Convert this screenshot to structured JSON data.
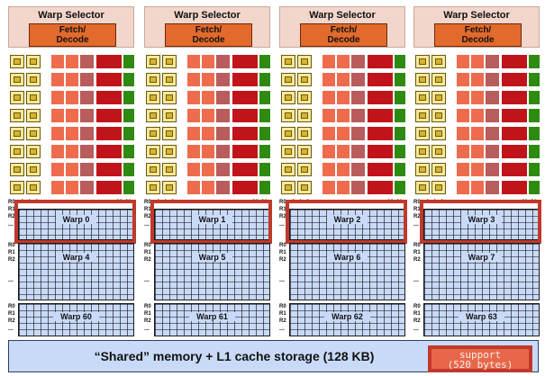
{
  "units": [
    {
      "selector": "Warp Selector",
      "fetch": "Fetch/",
      "decode": "Decode",
      "warps": [
        "Warp 0",
        "Warp 4",
        "Warp 60"
      ]
    },
    {
      "selector": "Warp Selector",
      "fetch": "Fetch/",
      "decode": "Decode",
      "warps": [
        "Warp 1",
        "Warp 5",
        "Warp 61"
      ]
    },
    {
      "selector": "Warp Selector",
      "fetch": "Fetch/",
      "decode": "Decode",
      "warps": [
        "Warp 2",
        "Warp 6",
        "Warp 62"
      ]
    },
    {
      "selector": "Warp Selector",
      "fetch": "Fetch/",
      "decode": "Decode",
      "warps": [
        "Warp 3",
        "Warp 7",
        "Warp 63"
      ]
    }
  ],
  "register_labels": [
    "R0",
    "R1",
    "R2"
  ],
  "ellipsis": "...",
  "column_headers": [
    "0",
    "1",
    "2",
    "...",
    "30",
    "31"
  ],
  "shared_memory": {
    "label": "“Shared” memory + L1 cache storage (128 KB)"
  },
  "support": {
    "line1": "support",
    "line2": "(520 bytes)"
  },
  "colors": {
    "exec_colors": [
      "#ef6b4d",
      "#ef6b4d",
      "#ef6b4d",
      "#b85c5c",
      "#c1141a",
      "#2f8a12"
    ],
    "register_file": "#c9daf8",
    "highlight": "#c0392b",
    "warp_selector": "#f2d6cc",
    "fetch_decode": "#e26a2c",
    "load_store": "#d8b431"
  }
}
